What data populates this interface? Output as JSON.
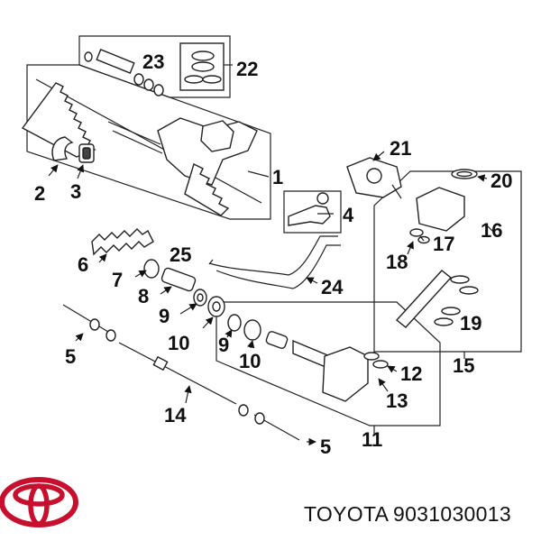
{
  "callouts": {
    "n1": "1",
    "n2": "2",
    "n3": "3",
    "n4": "4",
    "n5a": "5",
    "n5b": "5",
    "n6": "6",
    "n7": "7",
    "n8": "8",
    "n9a": "9",
    "n9b": "9",
    "n10a": "10",
    "n10b": "10",
    "n11": "11",
    "n12": "12",
    "n13": "13",
    "n14": "14",
    "n15": "15",
    "n16": "16",
    "n17": "17",
    "n18": "18",
    "n19": "19",
    "n20": "20",
    "n21": "21",
    "n22": "22",
    "n23": "23",
    "n24": "24",
    "n25": "25"
  },
  "footer": {
    "brand": "TOYOTA",
    "part_number": "9031030013"
  },
  "colors": {
    "logo": "#c8102e",
    "ink": "#111111"
  },
  "icons": {
    "logo": "toyota-logo"
  }
}
